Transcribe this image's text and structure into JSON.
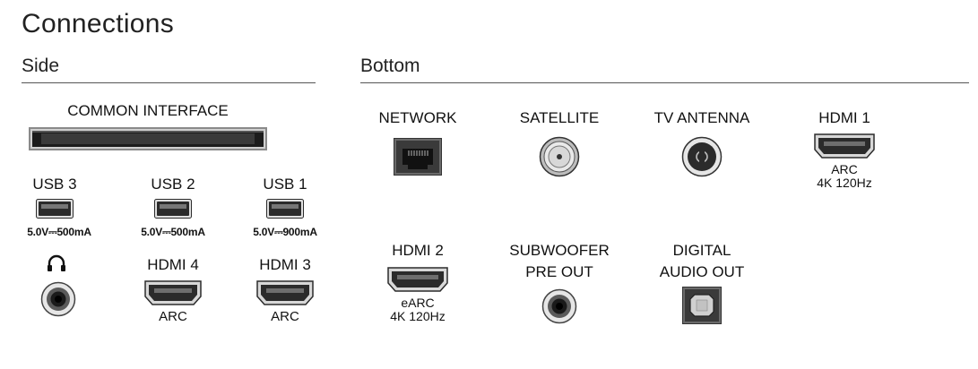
{
  "page_title": "Connections",
  "side": {
    "label": "Side",
    "common_interface": {
      "label": "COMMON INTERFACE",
      "icon": "ci-slot-icon"
    },
    "usb_ports": [
      {
        "label": "USB 3",
        "power": "5.0V⎓500mA",
        "icon": "usb-port-icon"
      },
      {
        "label": "USB 2",
        "power": "5.0V⎓500mA",
        "icon": "usb-port-icon"
      },
      {
        "label": "USB 1",
        "power": "5.0V⎓900mA",
        "icon": "usb-port-icon"
      }
    ],
    "headphone": {
      "icon": "headphones-icon",
      "jack_icon": "audio-jack-icon"
    },
    "hdmi4": {
      "label": "HDMI 4",
      "sub": "ARC",
      "icon": "hdmi-port-icon"
    },
    "hdmi3": {
      "label": "HDMI 3",
      "sub": "ARC",
      "icon": "hdmi-port-icon"
    }
  },
  "bottom": {
    "label": "Bottom",
    "network": {
      "label": "NETWORK",
      "icon": "ethernet-port-icon"
    },
    "satellite": {
      "label": "SATELLITE",
      "icon": "f-connector-icon"
    },
    "tv_antenna": {
      "label": "TV ANTENNA",
      "icon": "antenna-connector-icon"
    },
    "hdmi1": {
      "label": "HDMI 1",
      "sub1": "ARC",
      "sub2": "4K 120Hz",
      "icon": "hdmi-port-icon"
    },
    "hdmi2": {
      "label": "HDMI 2",
      "sub1": "eARC",
      "sub2": "4K 120Hz",
      "icon": "hdmi-port-icon"
    },
    "subwoofer": {
      "label1": "SUBWOOFER",
      "label2": "PRE OUT",
      "icon": "audio-jack-icon"
    },
    "digital_audio": {
      "label1": "DIGITAL",
      "label2": "AUDIO OUT",
      "icon": "optical-port-icon"
    }
  },
  "colors": {
    "port_dark": "#2b2b2b",
    "port_mid": "#6e6e6e",
    "rule": "#555555"
  }
}
